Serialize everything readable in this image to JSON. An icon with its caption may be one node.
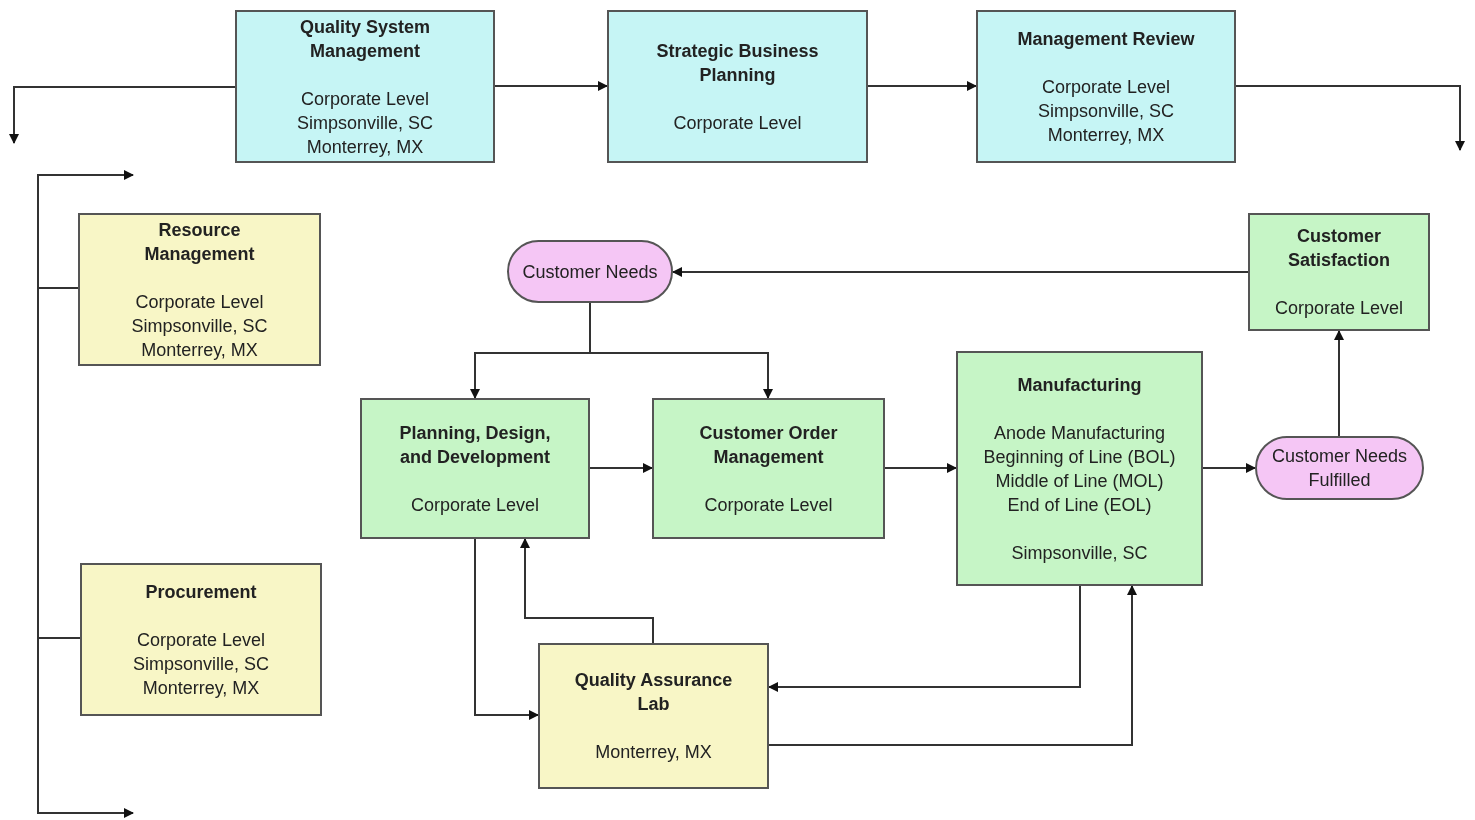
{
  "diagram": {
    "nodes": [
      {
        "text": [
          "Quality System Management",
          "Corporate Level Simpsonville, SC Monterrey, MX"
        ]
      },
      {
        "text": [
          "Strategic Business Planning",
          "Corporate Level"
        ]
      },
      {
        "text": [
          "Management Review",
          "Corporate Level Simpsonville, SC Monterrey, MX"
        ]
      },
      {
        "text": [
          "Resource Management",
          "Corporate Level Simpsonville, SC Monterrey, MX"
        ]
      },
      {
        "text": [
          "Procurement",
          "Corporate Level Simpsonville, SC Monterrey, MX"
        ]
      },
      {
        "text": [
          "Customer Needs"
        ]
      },
      {
        "text": [
          "Customer Satisfaction",
          "Corporate Level"
        ]
      },
      {
        "text": [
          "Planning, Design, and Development",
          "Corporate Level"
        ]
      },
      {
        "text": [
          "Customer Order Management",
          "Corporate Level"
        ]
      },
      {
        "text": [
          "Manufacturing",
          "Anode Manufacturing Beginning of Line (BOL) Middle of Line (MOL) End of Line (EOL)",
          "Simpsonville, SC"
        ]
      },
      {
        "text": [
          "Customer Needs Fulfilled"
        ]
      },
      {
        "text": [
          "Quality Assurance Lab",
          "Monterrey, MX"
        ]
      }
    ],
    "edges": [
      {
        "from": 0,
        "to": null,
        "arrow": "to"
      },
      {
        "from": 0,
        "to": 1,
        "arrow": "to"
      },
      {
        "from": 1,
        "to": 2,
        "arrow": "to"
      },
      {
        "from": 2,
        "to": null,
        "arrow": "to"
      },
      {
        "from": 3,
        "to": null,
        "arrow": "to"
      },
      {
        "from": 3,
        "to": 4,
        "arrow": "none"
      },
      {
        "from": 4,
        "to": null,
        "arrow": "to"
      },
      {
        "from": 6,
        "to": 5,
        "arrow": "to"
      },
      {
        "from": 5,
        "to": 7,
        "arrow": "to"
      },
      {
        "from": 5,
        "to": 8,
        "arrow": "to"
      },
      {
        "from": 7,
        "to": 8,
        "arrow": "to"
      },
      {
        "from": 8,
        "to": 9,
        "arrow": "to"
      },
      {
        "from": 9,
        "to": 10,
        "arrow": "to"
      },
      {
        "from": 10,
        "to": 6,
        "arrow": "to"
      },
      {
        "from": 7,
        "to": 11,
        "arrow": "to"
      },
      {
        "from": 11,
        "to": 7,
        "arrow": "to"
      },
      {
        "from": 9,
        "to": 11,
        "arrow": "to"
      },
      {
        "from": 11,
        "to": 9,
        "arrow": "to"
      }
    ]
  }
}
